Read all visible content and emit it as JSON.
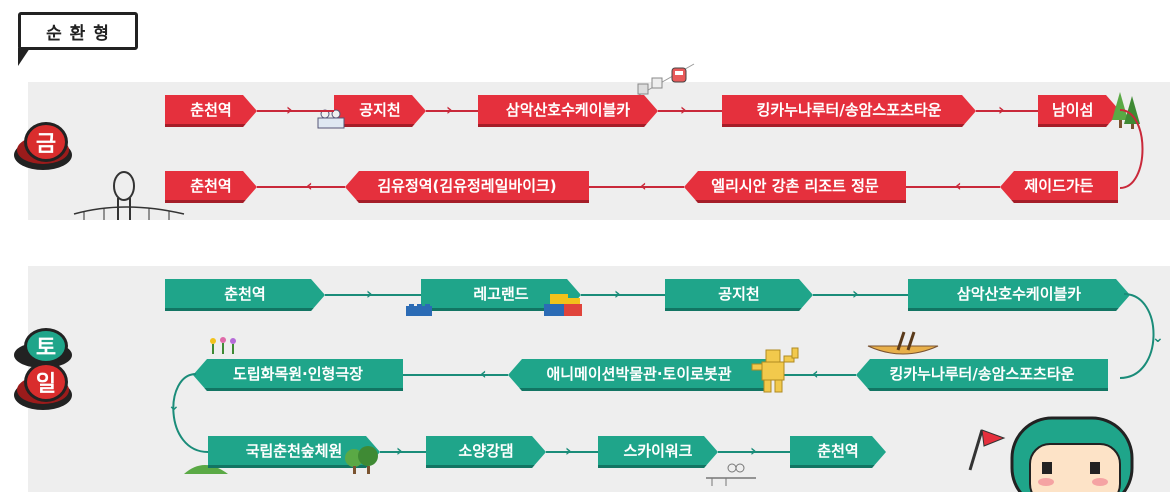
{
  "title": "순 환 형",
  "days": {
    "fri": "금",
    "sat": "토",
    "sun": "일"
  },
  "fri_route": {
    "row1": [
      "춘천역",
      "공지천",
      "삼악산호수케이블카",
      "킹카누나루터/송암스포츠타운",
      "남이섬"
    ],
    "row2": [
      "제이드가든",
      "엘리시안 강촌 리조트 정문",
      "김유정역(김유정레일바이크)",
      "춘천역"
    ]
  },
  "weekend_route": {
    "row1": [
      "춘천역",
      "레고랜드",
      "공지천",
      "삼악산호수케이블카"
    ],
    "row2": [
      "킹카누나루터/송암스포츠타운",
      "애니메이션박물관·토이로봇관",
      "도립화목원·인형극장"
    ],
    "row3": [
      "국립춘천숲체원",
      "소양강댐",
      "스카이워크",
      "춘천역"
    ]
  },
  "colors": {
    "red": "#e5303d",
    "green": "#1fa58a",
    "panel": "#eeeeee"
  },
  "icons": [
    "tree-icon",
    "lego-icon",
    "canoe-icon",
    "robot-icon",
    "flower-icon",
    "cable-car-icon",
    "mascot-icon"
  ]
}
